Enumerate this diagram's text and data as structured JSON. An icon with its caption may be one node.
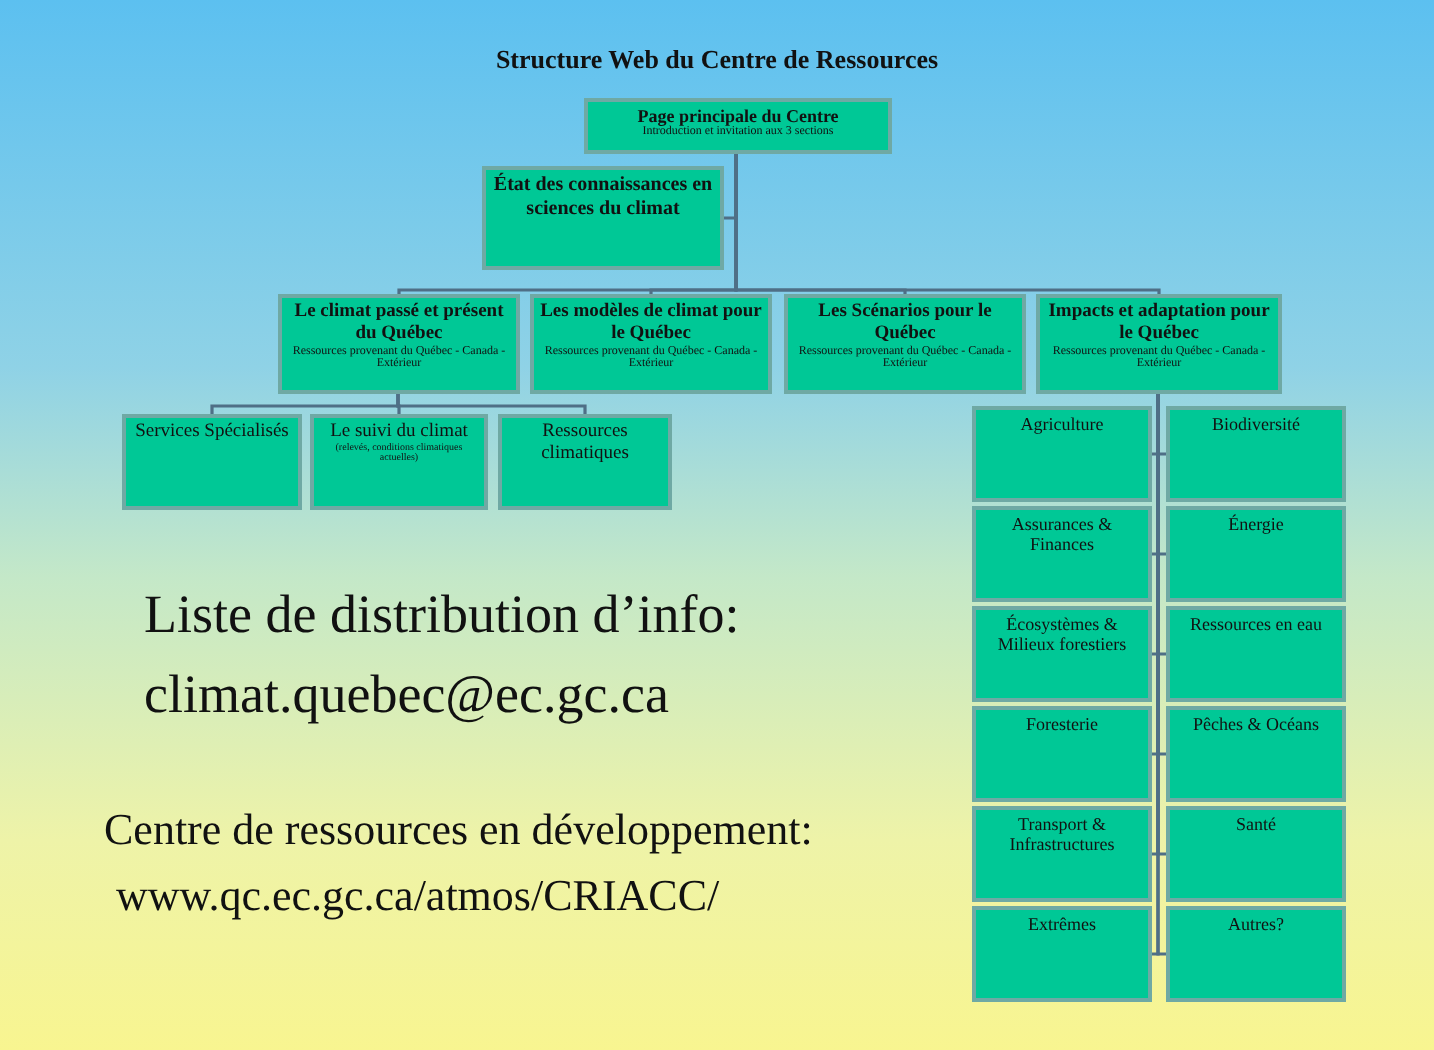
{
  "diagram": {
    "title": "Structure Web du Centre de Ressources",
    "nodes": [
      {
        "text": [
          "Page principale du Centre",
          "Introduction et invitation aux 3 sections"
        ]
      },
      {
        "text": [
          "État des connaissances en sciences du climat"
        ]
      },
      {
        "text": [
          "Le climat passé et présent du Québec",
          "Ressources provenant du Québec - Canada - Extérieur"
        ]
      },
      {
        "text": [
          "Les modèles de climat pour le Québec",
          "Ressources provenant du Québec - Canada - Extérieur"
        ]
      },
      {
        "text": [
          "Les Scénarios pour le Québec",
          "Ressources provenant du Québec - Canada - Extérieur"
        ]
      },
      {
        "text": [
          "Impacts et adaptation pour le Québec",
          "Ressources provenant du Québec - Canada - Extérieur"
        ]
      },
      {
        "text": [
          "Services Spécialisés"
        ]
      },
      {
        "text": [
          "Le suivi du climat",
          "(relevés, conditions climatiques actuelles)"
        ]
      },
      {
        "text": [
          "Ressources climatiques"
        ]
      },
      {
        "text": [
          "Agriculture"
        ]
      },
      {
        "text": [
          "Biodiversité"
        ]
      },
      {
        "text": [
          "Assurances & Finances"
        ]
      },
      {
        "text": [
          "Énergie"
        ]
      },
      {
        "text": [
          "Écosystèmes & Milieux forestiers"
        ]
      },
      {
        "text": [
          "Ressources en eau"
        ]
      },
      {
        "text": [
          "Foresterie"
        ]
      },
      {
        "text": [
          "Pêches & Océans"
        ]
      },
      {
        "text": [
          "Transport & Infrastructures"
        ]
      },
      {
        "text": [
          "Santé"
        ]
      },
      {
        "text": [
          "Extrêmes"
        ]
      },
      {
        "text": [
          "Autres?"
        ]
      }
    ],
    "edges": [
      {
        "from": 0,
        "to": 1,
        "arrow": "none"
      },
      {
        "from": 0,
        "to": 2,
        "arrow": "none"
      },
      {
        "from": 0,
        "to": 3,
        "arrow": "none"
      },
      {
        "from": 0,
        "to": 4,
        "arrow": "none"
      },
      {
        "from": 0,
        "to": 5,
        "arrow": "none"
      },
      {
        "from": 2,
        "to": 6,
        "arrow": "none"
      },
      {
        "from": 2,
        "to": 7,
        "arrow": "none"
      },
      {
        "from": 2,
        "to": 8,
        "arrow": "none"
      },
      {
        "from": 5,
        "to": 9,
        "arrow": "none"
      },
      {
        "from": 5,
        "to": 10,
        "arrow": "none"
      },
      {
        "from": 5,
        "to": 11,
        "arrow": "none"
      },
      {
        "from": 5,
        "to": 12,
        "arrow": "none"
      },
      {
        "from": 5,
        "to": 13,
        "arrow": "none"
      },
      {
        "from": 5,
        "to": 14,
        "arrow": "none"
      },
      {
        "from": 5,
        "to": 15,
        "arrow": "none"
      },
      {
        "from": 5,
        "to": 16,
        "arrow": "none"
      },
      {
        "from": 5,
        "to": 17,
        "arrow": "none"
      },
      {
        "from": 5,
        "to": 18,
        "arrow": "none"
      },
      {
        "from": 5,
        "to": 19,
        "arrow": "none"
      },
      {
        "from": 5,
        "to": 20,
        "arrow": "none"
      }
    ],
    "labels": [
      "Liste de distribution d’info:",
      "climat.quebec@ec.gc.ca",
      "Centre de ressources en développement:",
      "www.qc.ec.gc.ca/atmos/CRIACC/"
    ]
  }
}
